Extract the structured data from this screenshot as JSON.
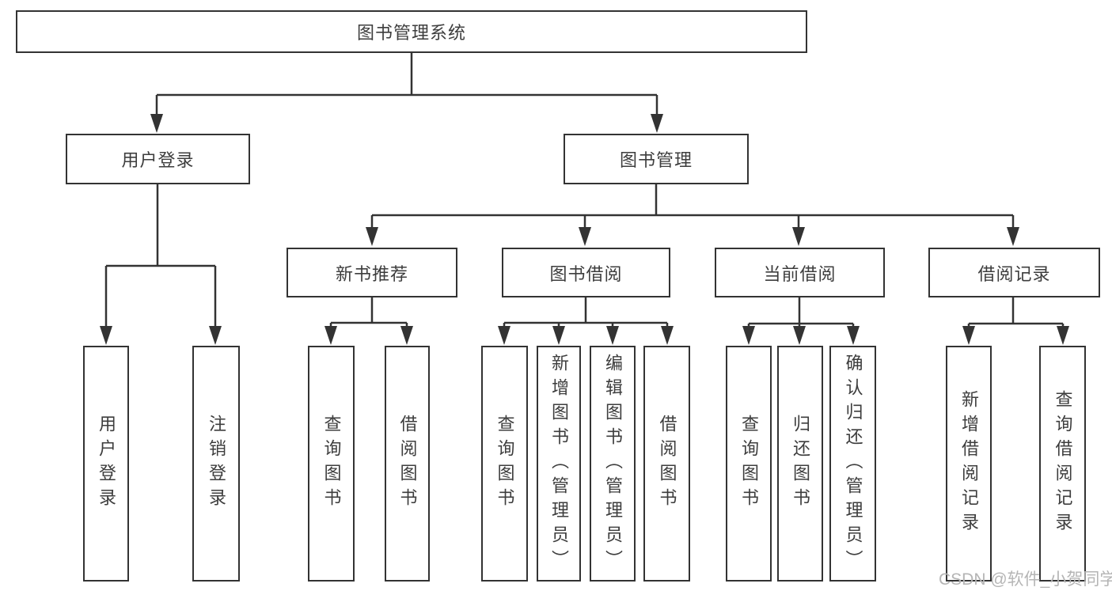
{
  "diagram": {
    "title": "图书管理系统",
    "nodes": {
      "root": {
        "label": "图书管理系统"
      },
      "user_login": {
        "label": "用户登录"
      },
      "book_mgmt": {
        "label": "图书管理"
      },
      "new_book_rec": {
        "label": "新书推荐"
      },
      "book_borrow": {
        "label": "图书借阅"
      },
      "current_borrow": {
        "label": "当前借阅"
      },
      "borrow_records": {
        "label": "借阅记录"
      },
      "leaf_user_login": {
        "label": "用户登录"
      },
      "leaf_logout": {
        "label": "注销登录"
      },
      "leaf_query_book_rec": {
        "label": "查询图书"
      },
      "leaf_borrow_book_rec": {
        "label": "借阅图书"
      },
      "leaf_query_book_borrow": {
        "label": "查询图书"
      },
      "leaf_add_book": {
        "label": "新增图书（管理员）"
      },
      "leaf_edit_book": {
        "label": "编辑图书（管理员）"
      },
      "leaf_borrow_book_borrow": {
        "label": "借阅图书"
      },
      "leaf_query_book_current": {
        "label": "查询图书"
      },
      "leaf_return_book": {
        "label": "归还图书"
      },
      "leaf_confirm_return": {
        "label": "确认归还（管理员）"
      },
      "leaf_add_borrow_record": {
        "label": "新增借阅记录"
      },
      "leaf_query_borrow_record": {
        "label": "查询借阅记录"
      }
    },
    "hierarchy": [
      {
        "parent": "图书管理系统",
        "children": [
          "用户登录",
          "图书管理"
        ]
      },
      {
        "parent": "用户登录",
        "children": [
          "用户登录",
          "注销登录"
        ]
      },
      {
        "parent": "图书管理",
        "children": [
          "新书推荐",
          "图书借阅",
          "当前借阅",
          "借阅记录"
        ]
      },
      {
        "parent": "新书推荐",
        "children": [
          "查询图书",
          "借阅图书"
        ]
      },
      {
        "parent": "图书借阅",
        "children": [
          "查询图书",
          "新增图书（管理员）",
          "编辑图书（管理员）",
          "借阅图书"
        ]
      },
      {
        "parent": "当前借阅",
        "children": [
          "查询图书",
          "归还图书",
          "确认归还（管理员）"
        ]
      },
      {
        "parent": "借阅记录",
        "children": [
          "新增借阅记录",
          "查询借阅记录"
        ]
      }
    ],
    "colors": {
      "line": "#333333",
      "text": "#3d3d3d",
      "background": "#ffffff",
      "watermark": "#b5b5b5"
    }
  },
  "watermark": {
    "text": "CSDN @软件_小贺同学"
  }
}
